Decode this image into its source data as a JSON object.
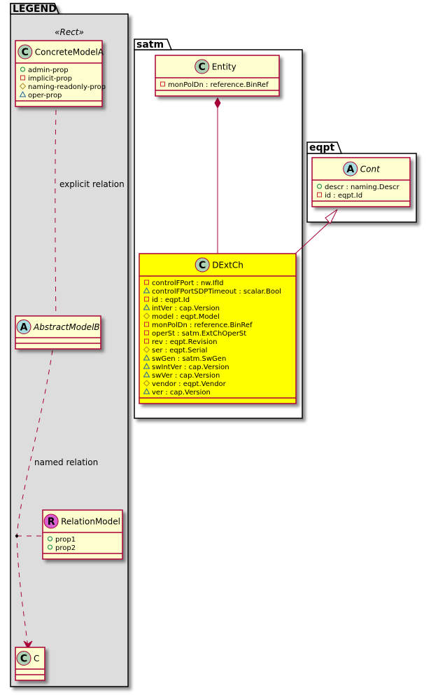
{
  "colors": {
    "class_fill": "#FEFECE",
    "highlight_fill": "#FFFF00",
    "class_border": "#A80036",
    "legend_fill": "#DDDDDD",
    "circle_class": "#ADD1B2",
    "circle_abstract": "#A9DCDF",
    "circle_relation": "#D95FD0",
    "public_icon": "#038048",
    "private_icon": "#C82930",
    "protected_icon": "#B38D22",
    "package_icon": "#1963A0"
  },
  "packages": {
    "legend": {
      "title": "LEGEND",
      "stereotype": "«Rect»"
    },
    "satm": {
      "title": "satm"
    },
    "eqpt": {
      "title": "eqpt"
    }
  },
  "classes": {
    "concreteA": {
      "kind": "C",
      "name": "ConcreteModelA",
      "attrs": [
        {
          "vis": "public",
          "text": "admin-prop"
        },
        {
          "vis": "private",
          "text": "implicit-prop"
        },
        {
          "vis": "protected",
          "text": "naming-readonly-prop"
        },
        {
          "vis": "package",
          "text": "oper-prop"
        }
      ]
    },
    "abstractB": {
      "kind": "A",
      "name": "AbstractModelB",
      "attrs": []
    },
    "relationModel": {
      "kind": "R",
      "name": "RelationModel",
      "attrs": [
        {
          "vis": "public",
          "text": "prop1"
        },
        {
          "vis": "public",
          "text": "prop2"
        }
      ]
    },
    "c": {
      "kind": "C",
      "name": "C",
      "attrs": []
    },
    "entity": {
      "kind": "C",
      "name": "Entity",
      "attrs": [
        {
          "vis": "private",
          "text": "monPolDn : reference.BinRef"
        }
      ]
    },
    "cont": {
      "kind": "A",
      "name": "Cont",
      "attrs": [
        {
          "vis": "public",
          "text": "descr : naming.Descr"
        },
        {
          "vis": "private",
          "text": "id : eqpt.Id"
        }
      ]
    },
    "dextch": {
      "kind": "C",
      "name": "DExtCh",
      "attrs": [
        {
          "vis": "private",
          "text": "controlFPort : nw.IfId"
        },
        {
          "vis": "package",
          "text": "controlFPortSDPTimeout : scalar.Bool"
        },
        {
          "vis": "private",
          "text": "id : eqpt.Id"
        },
        {
          "vis": "package",
          "text": "intVer : cap.Version"
        },
        {
          "vis": "protected",
          "text": "model : eqpt.Model"
        },
        {
          "vis": "private",
          "text": "monPolDn : reference.BinRef"
        },
        {
          "vis": "private",
          "text": "operSt : satm.ExtChOperSt"
        },
        {
          "vis": "private",
          "text": "rev : eqpt.Revision"
        },
        {
          "vis": "protected",
          "text": "ser : eqpt.Serial"
        },
        {
          "vis": "package",
          "text": "swGen : satm.SwGen"
        },
        {
          "vis": "package",
          "text": "swIntVer : cap.Version"
        },
        {
          "vis": "package",
          "text": "swVer : cap.Version"
        },
        {
          "vis": "protected",
          "text": "vendor : eqpt.Vendor"
        },
        {
          "vis": "package",
          "text": "ver : cap.Version"
        }
      ]
    }
  },
  "relations": {
    "explicit": "explicit relation",
    "named": "named relation"
  }
}
